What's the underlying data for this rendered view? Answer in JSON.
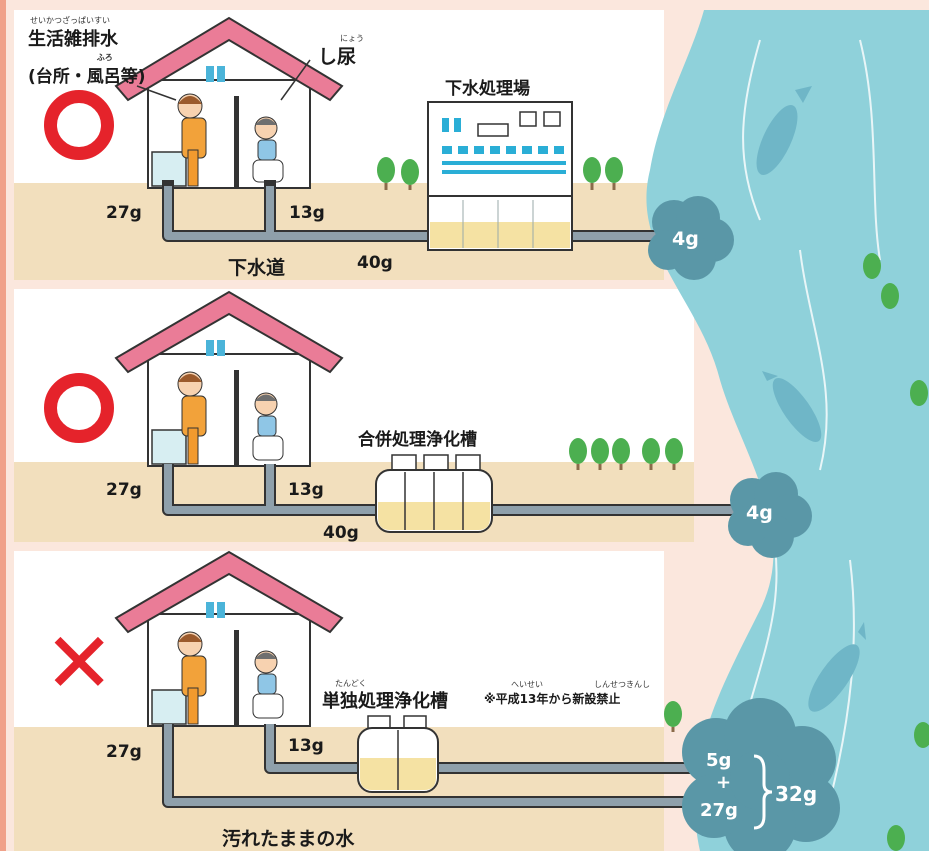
{
  "colors": {
    "good": "#e5232b",
    "river": "#8fd1da",
    "pipe": "#8fa0ab",
    "sludge": "#f5e2a3",
    "ground": "#f2dfbd",
    "roof": "#ea7c97",
    "cloud": "#5a97a7"
  },
  "labels": {
    "greywater_ruby": "せいかつざっぱいすい",
    "greywater": "生活雑排水",
    "greywater_sub_prefix": "(台所・",
    "greywater_sub_bath_ruby": "ふろ",
    "greywater_sub_bath": "風呂",
    "greywater_sub_suffix": "等)",
    "urine_ruby": "にょう",
    "urine": "し尿"
  },
  "rows": [
    {
      "mark": "○",
      "mark_icon": "circle-ok-icon",
      "greywater_amount": "27g",
      "urine_amount": "13g",
      "combined_amount": "40g",
      "pipe_label": "下水道",
      "facility_label": "下水処理場",
      "output_amount": "4g"
    },
    {
      "mark": "○",
      "mark_icon": "circle-ok-icon",
      "greywater_amount": "27g",
      "urine_amount": "13g",
      "combined_amount": "40g",
      "facility_label": "合併処理浄化槽",
      "output_amount": "4g"
    },
    {
      "mark": "✕",
      "mark_icon": "cross-ng-icon",
      "greywater_amount": "27g",
      "urine_amount": "13g",
      "facility_ruby": "たんどく",
      "facility_label": "単独処理浄化槽",
      "note_ruby_a": "へいせい",
      "note_ruby_b": "しんせつきんし",
      "note": "※平成13年から新設禁止",
      "pipe_label": "汚れたままの水",
      "output_treated": "5g",
      "output_plus": "+",
      "output_raw": "27g",
      "output_total": "32g"
    }
  ]
}
